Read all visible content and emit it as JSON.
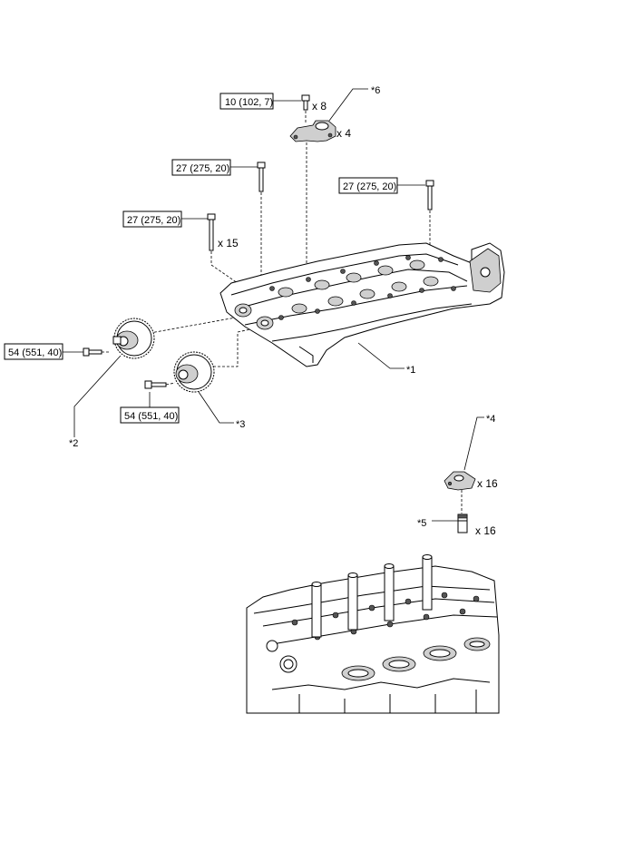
{
  "torque_specs": {
    "spec_10": "10 (102, 7)",
    "spec_27_a": "27 (275, 20)",
    "spec_27_b": "27 (275, 20)",
    "spec_27_c": "27 (275, 20)",
    "spec_54_a": "54 (551, 40)",
    "spec_54_b": "54 (551, 40)"
  },
  "quantities": {
    "x8": "x 8",
    "x4": "x 4",
    "x15": "x 15",
    "x16_a": "x 16",
    "x16_b": "x 16"
  },
  "callouts": {
    "c1": "*1",
    "c2": "*2",
    "c3": "*3",
    "c4": "*4",
    "c5": "*5",
    "c6": "*6"
  },
  "icons": [
    "bolt-icon",
    "bearing-cap-icon",
    "camshaft-housing",
    "cam-timing-gear",
    "cylinder-head",
    "lash-adjuster",
    "rocker-arm"
  ]
}
